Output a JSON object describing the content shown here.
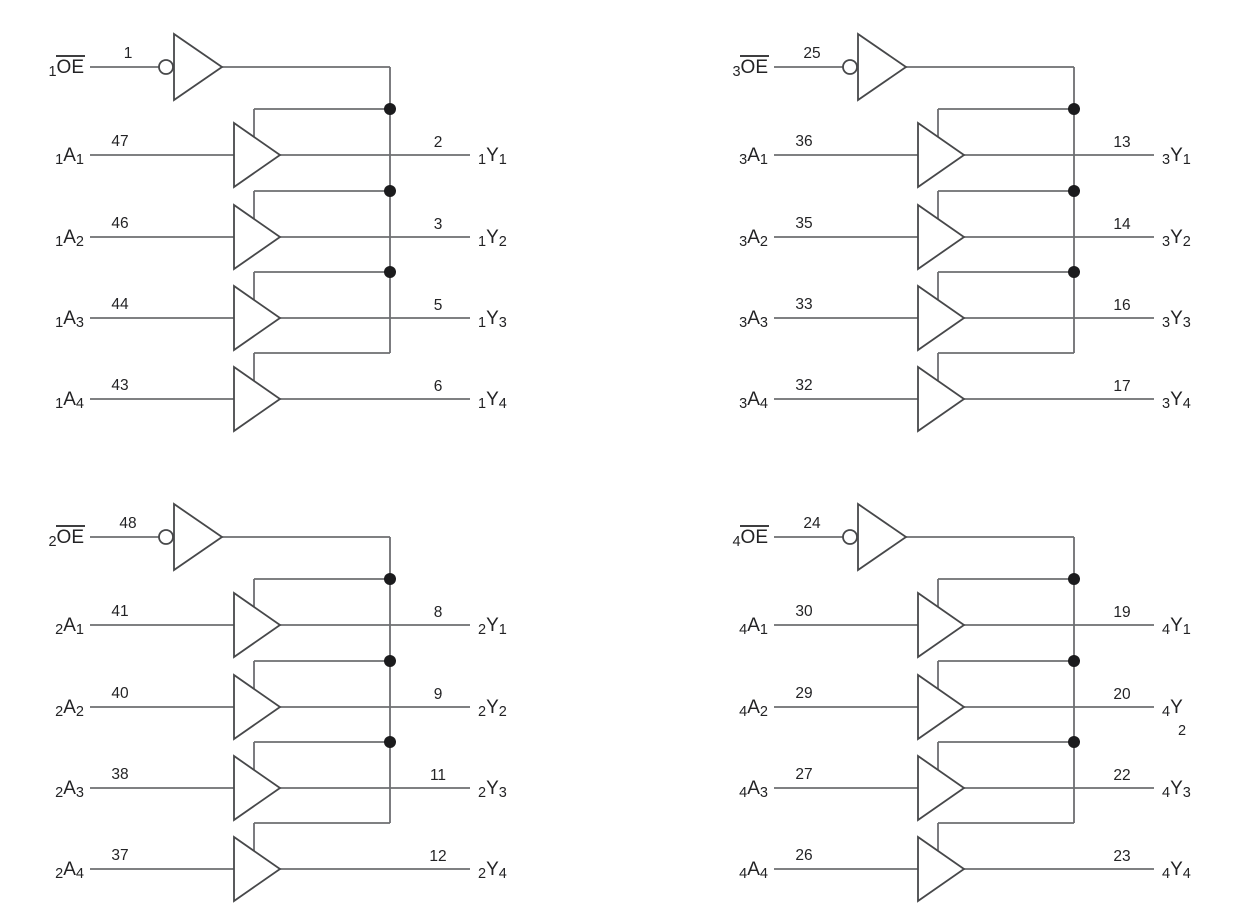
{
  "diagram": {
    "description": "Quad sections of four tri-state buffers each, gated by an active-low output-enable inverting buffer",
    "colors": {
      "background": "#ffffff",
      "line": "#6d6e71",
      "shape": "#47484a",
      "text": "#232325",
      "dot": "#1b1b1d"
    },
    "groups": [
      {
        "name": "group-1",
        "quadrant": "top-left",
        "oe": {
          "prefix": "1",
          "main": "OE",
          "pin": "1"
        },
        "buffers": [
          {
            "in_prefix": "1",
            "in_letter": "A",
            "in_index": "1",
            "in_pin": "47",
            "out_pin": "2",
            "out_prefix": "1",
            "out_letter": "Y",
            "out_index": "1",
            "out_wrapped": false
          },
          {
            "in_prefix": "1",
            "in_letter": "A",
            "in_index": "2",
            "in_pin": "46",
            "out_pin": "3",
            "out_prefix": "1",
            "out_letter": "Y",
            "out_index": "2",
            "out_wrapped": false
          },
          {
            "in_prefix": "1",
            "in_letter": "A",
            "in_index": "3",
            "in_pin": "44",
            "out_pin": "5",
            "out_prefix": "1",
            "out_letter": "Y",
            "out_index": "3",
            "out_wrapped": false
          },
          {
            "in_prefix": "1",
            "in_letter": "A",
            "in_index": "4",
            "in_pin": "43",
            "out_pin": "6",
            "out_prefix": "1",
            "out_letter": "Y",
            "out_index": "4",
            "out_wrapped": false
          }
        ]
      },
      {
        "name": "group-3",
        "quadrant": "top-right",
        "oe": {
          "prefix": "3",
          "main": "OE",
          "pin": "25"
        },
        "buffers": [
          {
            "in_prefix": "3",
            "in_letter": "A",
            "in_index": "1",
            "in_pin": "36",
            "out_pin": "13",
            "out_prefix": "3",
            "out_letter": "Y",
            "out_index": "1",
            "out_wrapped": false
          },
          {
            "in_prefix": "3",
            "in_letter": "A",
            "in_index": "2",
            "in_pin": "35",
            "out_pin": "14",
            "out_prefix": "3",
            "out_letter": "Y",
            "out_index": "2",
            "out_wrapped": false
          },
          {
            "in_prefix": "3",
            "in_letter": "A",
            "in_index": "3",
            "in_pin": "33",
            "out_pin": "16",
            "out_prefix": "3",
            "out_letter": "Y",
            "out_index": "3",
            "out_wrapped": false
          },
          {
            "in_prefix": "3",
            "in_letter": "A",
            "in_index": "4",
            "in_pin": "32",
            "out_pin": "17",
            "out_prefix": "3",
            "out_letter": "Y",
            "out_index": "4",
            "out_wrapped": false
          }
        ]
      },
      {
        "name": "group-2",
        "quadrant": "bottom-left",
        "oe": {
          "prefix": "2",
          "main": "OE",
          "pin": "48"
        },
        "buffers": [
          {
            "in_prefix": "2",
            "in_letter": "A",
            "in_index": "1",
            "in_pin": "41",
            "out_pin": "8",
            "out_prefix": "2",
            "out_letter": "Y",
            "out_index": "1",
            "out_wrapped": false
          },
          {
            "in_prefix": "2",
            "in_letter": "A",
            "in_index": "2",
            "in_pin": "40",
            "out_pin": "9",
            "out_prefix": "2",
            "out_letter": "Y",
            "out_index": "2",
            "out_wrapped": false
          },
          {
            "in_prefix": "2",
            "in_letter": "A",
            "in_index": "3",
            "in_pin": "38",
            "out_pin": "11",
            "out_prefix": "2",
            "out_letter": "Y",
            "out_index": "3",
            "out_wrapped": false
          },
          {
            "in_prefix": "2",
            "in_letter": "A",
            "in_index": "4",
            "in_pin": "37",
            "out_pin": "12",
            "out_prefix": "2",
            "out_letter": "Y",
            "out_index": "4",
            "out_wrapped": false
          }
        ]
      },
      {
        "name": "group-4",
        "quadrant": "bottom-right",
        "oe": {
          "prefix": "4",
          "main": "OE",
          "pin": "24"
        },
        "buffers": [
          {
            "in_prefix": "4",
            "in_letter": "A",
            "in_index": "1",
            "in_pin": "30",
            "out_pin": "19",
            "out_prefix": "4",
            "out_letter": "Y",
            "out_index": "1",
            "out_wrapped": false
          },
          {
            "in_prefix": "4",
            "in_letter": "A",
            "in_index": "2",
            "in_pin": "29",
            "out_pin": "20",
            "out_prefix": "4",
            "out_letter": "Y",
            "out_index": "2",
            "out_wrapped": true
          },
          {
            "in_prefix": "4",
            "in_letter": "A",
            "in_index": "3",
            "in_pin": "27",
            "out_pin": "22",
            "out_prefix": "4",
            "out_letter": "Y",
            "out_index": "3",
            "out_wrapped": false
          },
          {
            "in_prefix": "4",
            "in_letter": "A",
            "in_index": "4",
            "in_pin": "26",
            "out_pin": "23",
            "out_prefix": "4",
            "out_letter": "Y",
            "out_index": "4",
            "out_wrapped": false
          }
        ]
      }
    ]
  }
}
